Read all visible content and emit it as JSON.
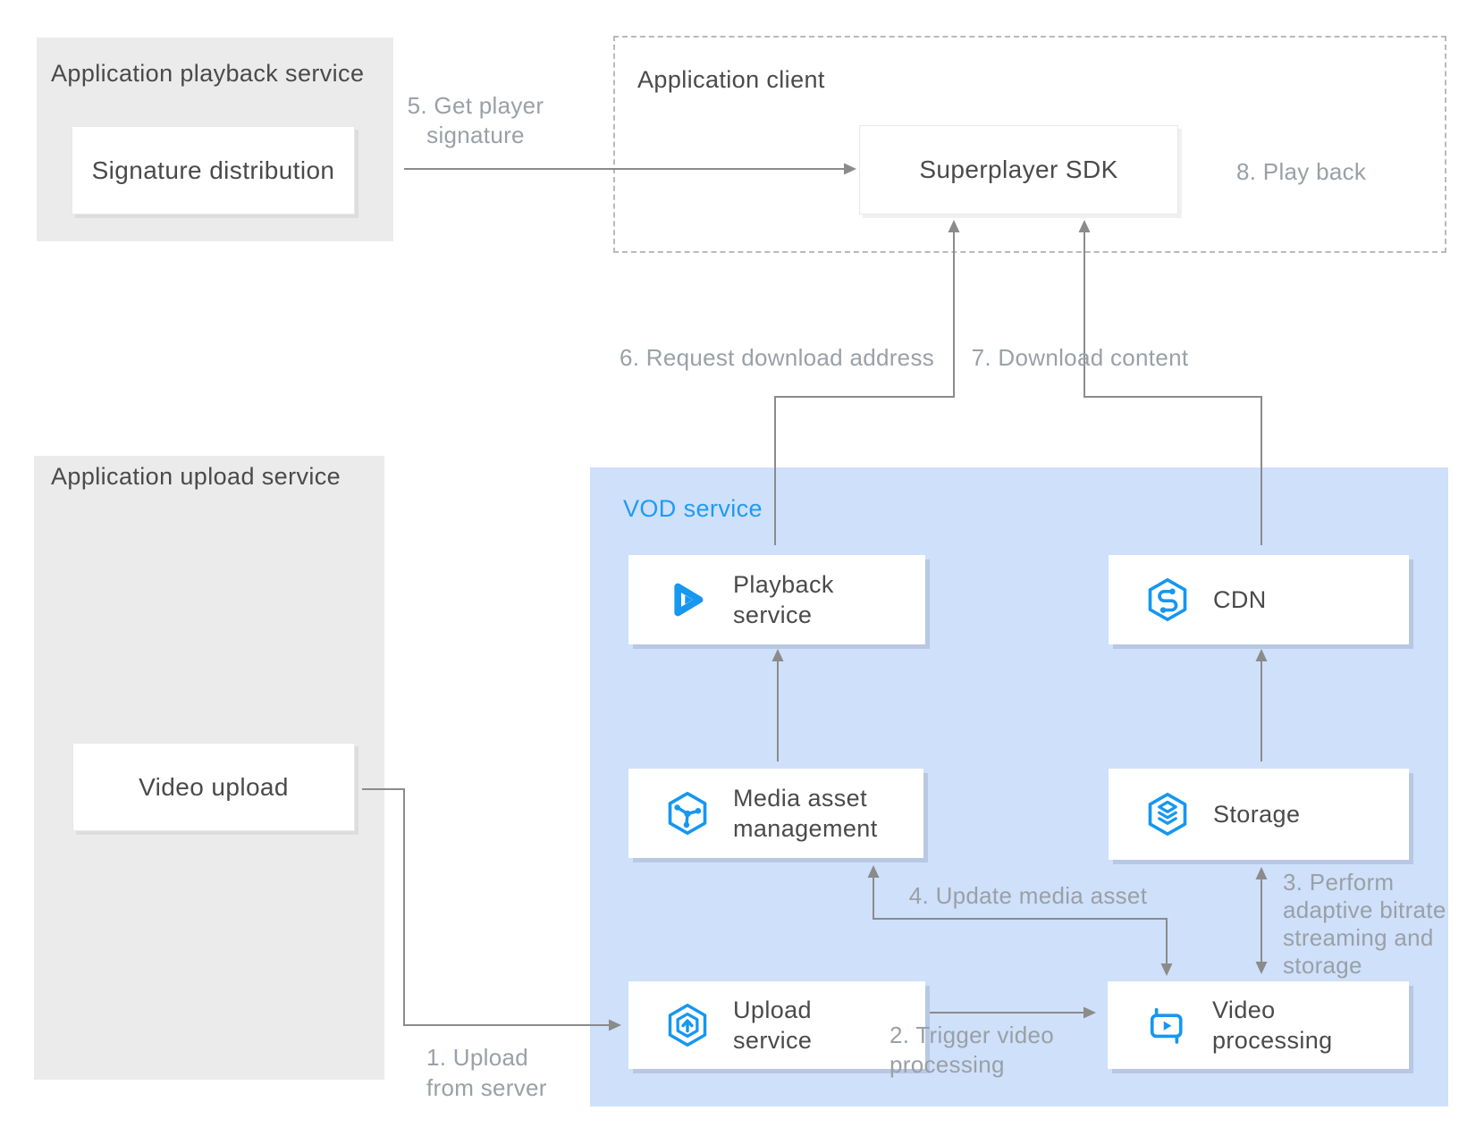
{
  "colors": {
    "panel_gray": "#ebebeb",
    "panel_blue": "#cfe0fa",
    "icon_accent_blue": "#1697f0",
    "vod_label_blue": "#1e9bf3",
    "arrow_gray": "#8b8b8b",
    "step_label_gray": "#9aa0a6",
    "text_dark": "#4a4a4a"
  },
  "playback_panel": {
    "title": "Application playback service",
    "signature_box": "Signature distribution"
  },
  "client_panel": {
    "title": "Application client",
    "sdk_box": "Superplayer SDK"
  },
  "upload_panel": {
    "title": "Application upload service",
    "video_upload_box": "Video upload"
  },
  "vod_panel": {
    "title": "VOD service",
    "nodes": {
      "playback": {
        "lines": [
          "Playback",
          "service"
        ],
        "icon": "play-icon"
      },
      "cdn": {
        "lines": [
          "CDN"
        ],
        "icon": "cdn-hexagon-icon"
      },
      "media": {
        "lines": [
          "Media asset",
          "management"
        ],
        "icon": "media-asset-hexagon-icon"
      },
      "storage": {
        "lines": [
          "Storage"
        ],
        "icon": "storage-hexagon-icon"
      },
      "upload": {
        "lines": [
          "Upload",
          "service"
        ],
        "icon": "upload-hexagon-icon"
      },
      "video_processing": {
        "lines": [
          "Video",
          "processing"
        ],
        "icon": "video-processing-icon"
      }
    }
  },
  "steps": {
    "s1": {
      "lines": [
        "1. Upload",
        "from server"
      ]
    },
    "s2": {
      "lines": [
        "2. Trigger video",
        "processing"
      ]
    },
    "s3": {
      "lines": [
        "3. Perform",
        "adaptive bitrate",
        "streaming and",
        "storage"
      ]
    },
    "s4": {
      "lines": [
        "4. Update media asset"
      ]
    },
    "s5": {
      "lines": [
        "5. Get player",
        "signature"
      ]
    },
    "s6": {
      "lines": [
        "6. Request download address"
      ]
    },
    "s7": {
      "lines": [
        "7. Download content"
      ]
    },
    "s8": {
      "lines": [
        "8. Play back"
      ]
    }
  }
}
